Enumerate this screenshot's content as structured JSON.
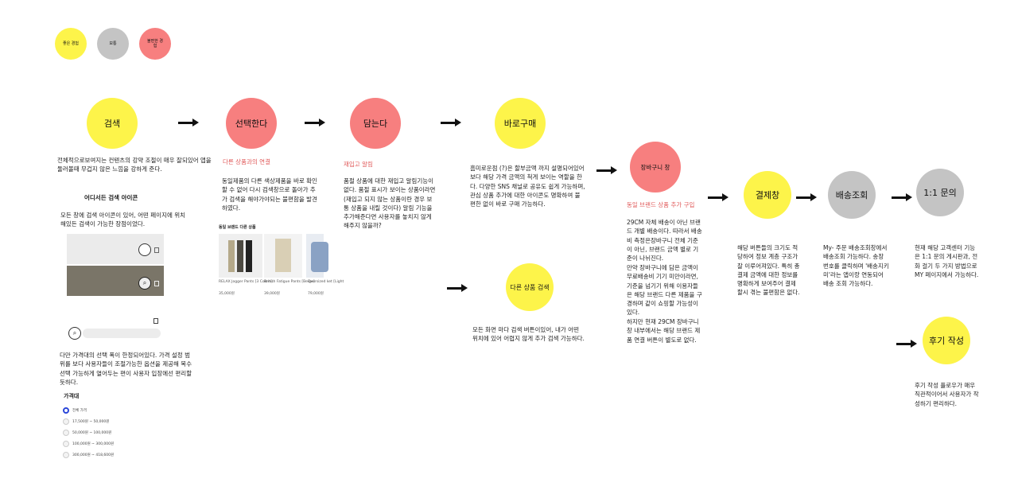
{
  "legend": {
    "good": "좋은 경험",
    "normal": "보통",
    "bad": "불편한 경험"
  },
  "nodes": {
    "search": "검색",
    "select": "선택한다",
    "save": "담는다",
    "buy_now": "바로구매",
    "cart": "장바구니 창",
    "other_search": "다른 상품 검색",
    "payment": "결제창",
    "delivery": "배송조회",
    "inquiry": "1:1 문의",
    "review": "후기 작성"
  },
  "search_col": {
    "desc": "전체적으로보여지는 컨텐츠의 강약 조절이 매우 잘되있어 앱을 둘러볼때 무겁지 않은 느낌을 강하게 준다.",
    "heading": "어디서든 검색 아이콘",
    "desc2": "모든 창에 검색 아이콘이 있어, 어떤 페이지에 위치해있든 검색이 가능한 장점이었다.",
    "desc3": "다만 가격대의 선택 폭이 한정되어있다. 가격 설정 범위를 보다 사용자들이 조절가능한 옵션을 제공해 복수 선택 가능하게 열어두는 편이 사용자 입장에선 편리할 듯하다.",
    "price_title": "가격대",
    "price_options": [
      "전체 가격",
      "17,500원 ~ 50,000원",
      "50,000원 ~ 100,000원",
      "100,000원 ~ 300,000원",
      "300,000원 ~ 418,600원"
    ]
  },
  "select_col": {
    "subtitle": "다른 상품과의 연결",
    "desc": "동일제품의 다른 색상제품을 바로 확인할 수 없어 다시 검색창으로 돌아가 추가 검색을 해야가야되는 불편함을 발견하였다.",
    "products_heading": "동일 브랜드 다른 상품",
    "products": [
      {
        "name": "RELAX Jogger Pants [3 Colors]",
        "price": "35,000원"
      },
      {
        "name": "British Fatigue Pants [Beige]",
        "price": "39,000원"
      },
      {
        "name": "Oversized ket [Light",
        "price": "79,000원"
      }
    ]
  },
  "save_col": {
    "subtitle": "재입고 알림",
    "desc": "품절 상품에 대한 재입고 알림기능이 없다. 품절 표시가 보이는 상품이라면 (재입고 되지 않는 상품이란 경우 보통 상품을 내릴 것이다) 알림 기능을 추가해준다면 사용자를 놓치지 않게 해주지 않을까?"
  },
  "buy_col": {
    "desc": "흠미로운점 (?)은 할부금액 까지 설명되어있어 보다 해당 가격 금액의 척게 보이는 역할을 한다. 다양한 SNS 채널로 공유도 쉽게 가능하며,관심 상품 추가에 대한 아이콘도 명확하여 불편한 없이 바로 구매 가능하다.",
    "desc2": "모든 화면 마다 검색 버튼이있어, 내가 어떤 위치에 있어 어렵지 않게 추가 검색 가능하다."
  },
  "cart_col": {
    "subtitle": "동일 브랜드 상품 추가 구입",
    "desc": "29CM 자체 배송이 아닌 브랜드 개별 배송이다. 따라서 배송비 측정은장바구니 전체 기준이 아닌, 브랜드 금액 별로 기준이 나뉘진다.",
    "desc2": "만약 장바구니에 담은 금액이 무료배송비 기기 미만이라면, 기준을 넘기기 위해 이용자들은 해당 브랜드 다른 제품을 구경하며 같이 쇼핑할 가능성이있다.",
    "desc3": "하지만 현재 29CM 장바구니 창 내부에서는 해당 브랜드 제품 연결 버튼이 별도로 없다."
  },
  "payment_col": {
    "desc": "해당 버튼들의 크기도 적당하여 정보 계층 구조가 잘 이루어져있다. 특히 총 결제 금액에 대한 정보를 명확하게 보여주어 결제할시 겪는 불편함은 없다."
  },
  "delivery_col": {
    "desc": "My- 주문 배송조회창에서 배송조회 가능하다. 송장 번호를 클릭하며 '배송지키미'라는 앱이랑 연동되어 배송 조회 가능하다."
  },
  "inquiry_col": {
    "desc": "현재 해당 고객센터 기능은 1:1 문의 게시판과, 전화 걸기 두 가지 방법으로MY 페이지에서 가능하다."
  },
  "review_col": {
    "desc": "후기 작성 플로우가 매우 직관적이어서 사용자가 작성하기 편리하다."
  },
  "colors": {
    "yellow": "#fdf44a",
    "gray": "#c4c4c4",
    "red": "#f77f7f",
    "accent_text": "#e05a5a",
    "radio_selected": "#2b47d9"
  }
}
